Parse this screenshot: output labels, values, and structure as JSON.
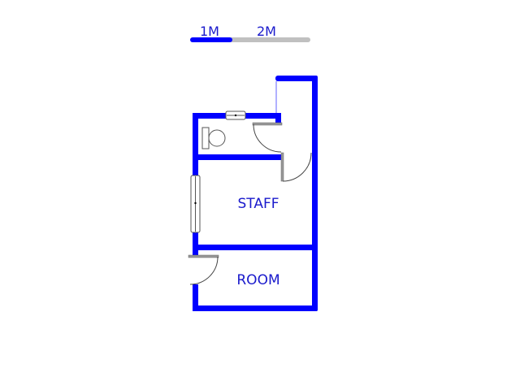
{
  "scale_bar": {
    "label_1": "1M",
    "label_2": "2M",
    "filled_color": "#0000ff",
    "empty_color": "#c0c0c0"
  },
  "floorplan": {
    "wall_color": "#0000ff",
    "rooms": [
      {
        "label": "STAFF"
      },
      {
        "label": "ROOM"
      }
    ]
  }
}
